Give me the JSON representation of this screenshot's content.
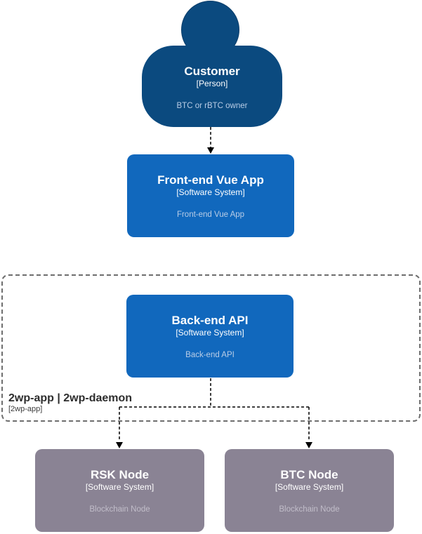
{
  "diagram": {
    "type": "c4-system-context",
    "nodes": {
      "customer": {
        "name": "Customer",
        "meta": "[Person]",
        "description": "BTC or rBTC owner"
      },
      "frontend": {
        "name": "Front-end Vue App",
        "meta": "[Software System]",
        "description": "Front-end Vue App"
      },
      "backend": {
        "name": "Back-end API",
        "meta": "[Software System]",
        "description": "Back-end API"
      },
      "rsk": {
        "name": "RSK Node",
        "meta": "[Software System]",
        "description": "Blockchain Node"
      },
      "btc": {
        "name": "BTC Node",
        "meta": "[Software System]",
        "description": "Blockchain Node"
      }
    },
    "boundary": {
      "name": "2wp-app | 2wp-daemon",
      "meta": "[2wp-app]"
    },
    "edges": [
      {
        "from": "customer",
        "to": "frontend",
        "style": "dashed-arrow"
      },
      {
        "from": "backend",
        "to": "rsk",
        "style": "dashed-arrow"
      },
      {
        "from": "backend",
        "to": "btc",
        "style": "dashed-arrow"
      }
    ],
    "colors": {
      "person_fill": "#0b4a7f",
      "system_fill": "#1168bd",
      "external_fill": "#8a8394",
      "boundary_border": "#6e6e6e",
      "connector": "#000000",
      "title_text": "#ffffff",
      "desc_text_blue": "#b9cde6",
      "desc_text_gray": "#c1bdc9",
      "boundary_text": "#2d2d2d"
    }
  }
}
